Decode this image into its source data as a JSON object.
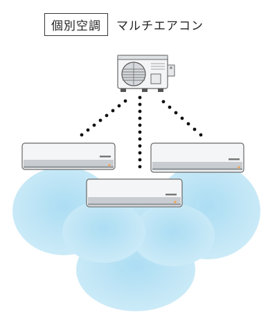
{
  "title": {
    "boxed": "個別空調",
    "subtitle": "マルチエアコン"
  },
  "colors": {
    "airflow": "#bfe6f6",
    "outline": "#555555",
    "unit_body": "#f4f5f6",
    "unit_shade": "#c9ccd0",
    "connection": "#111111",
    "indicator": "#f0a050"
  },
  "icons": {
    "outdoor": "outdoor-unit-icon",
    "indoor": "indoor-unit-icon",
    "airflow": "cool-air-cloud-icon",
    "link": "dotted-connection-line"
  }
}
